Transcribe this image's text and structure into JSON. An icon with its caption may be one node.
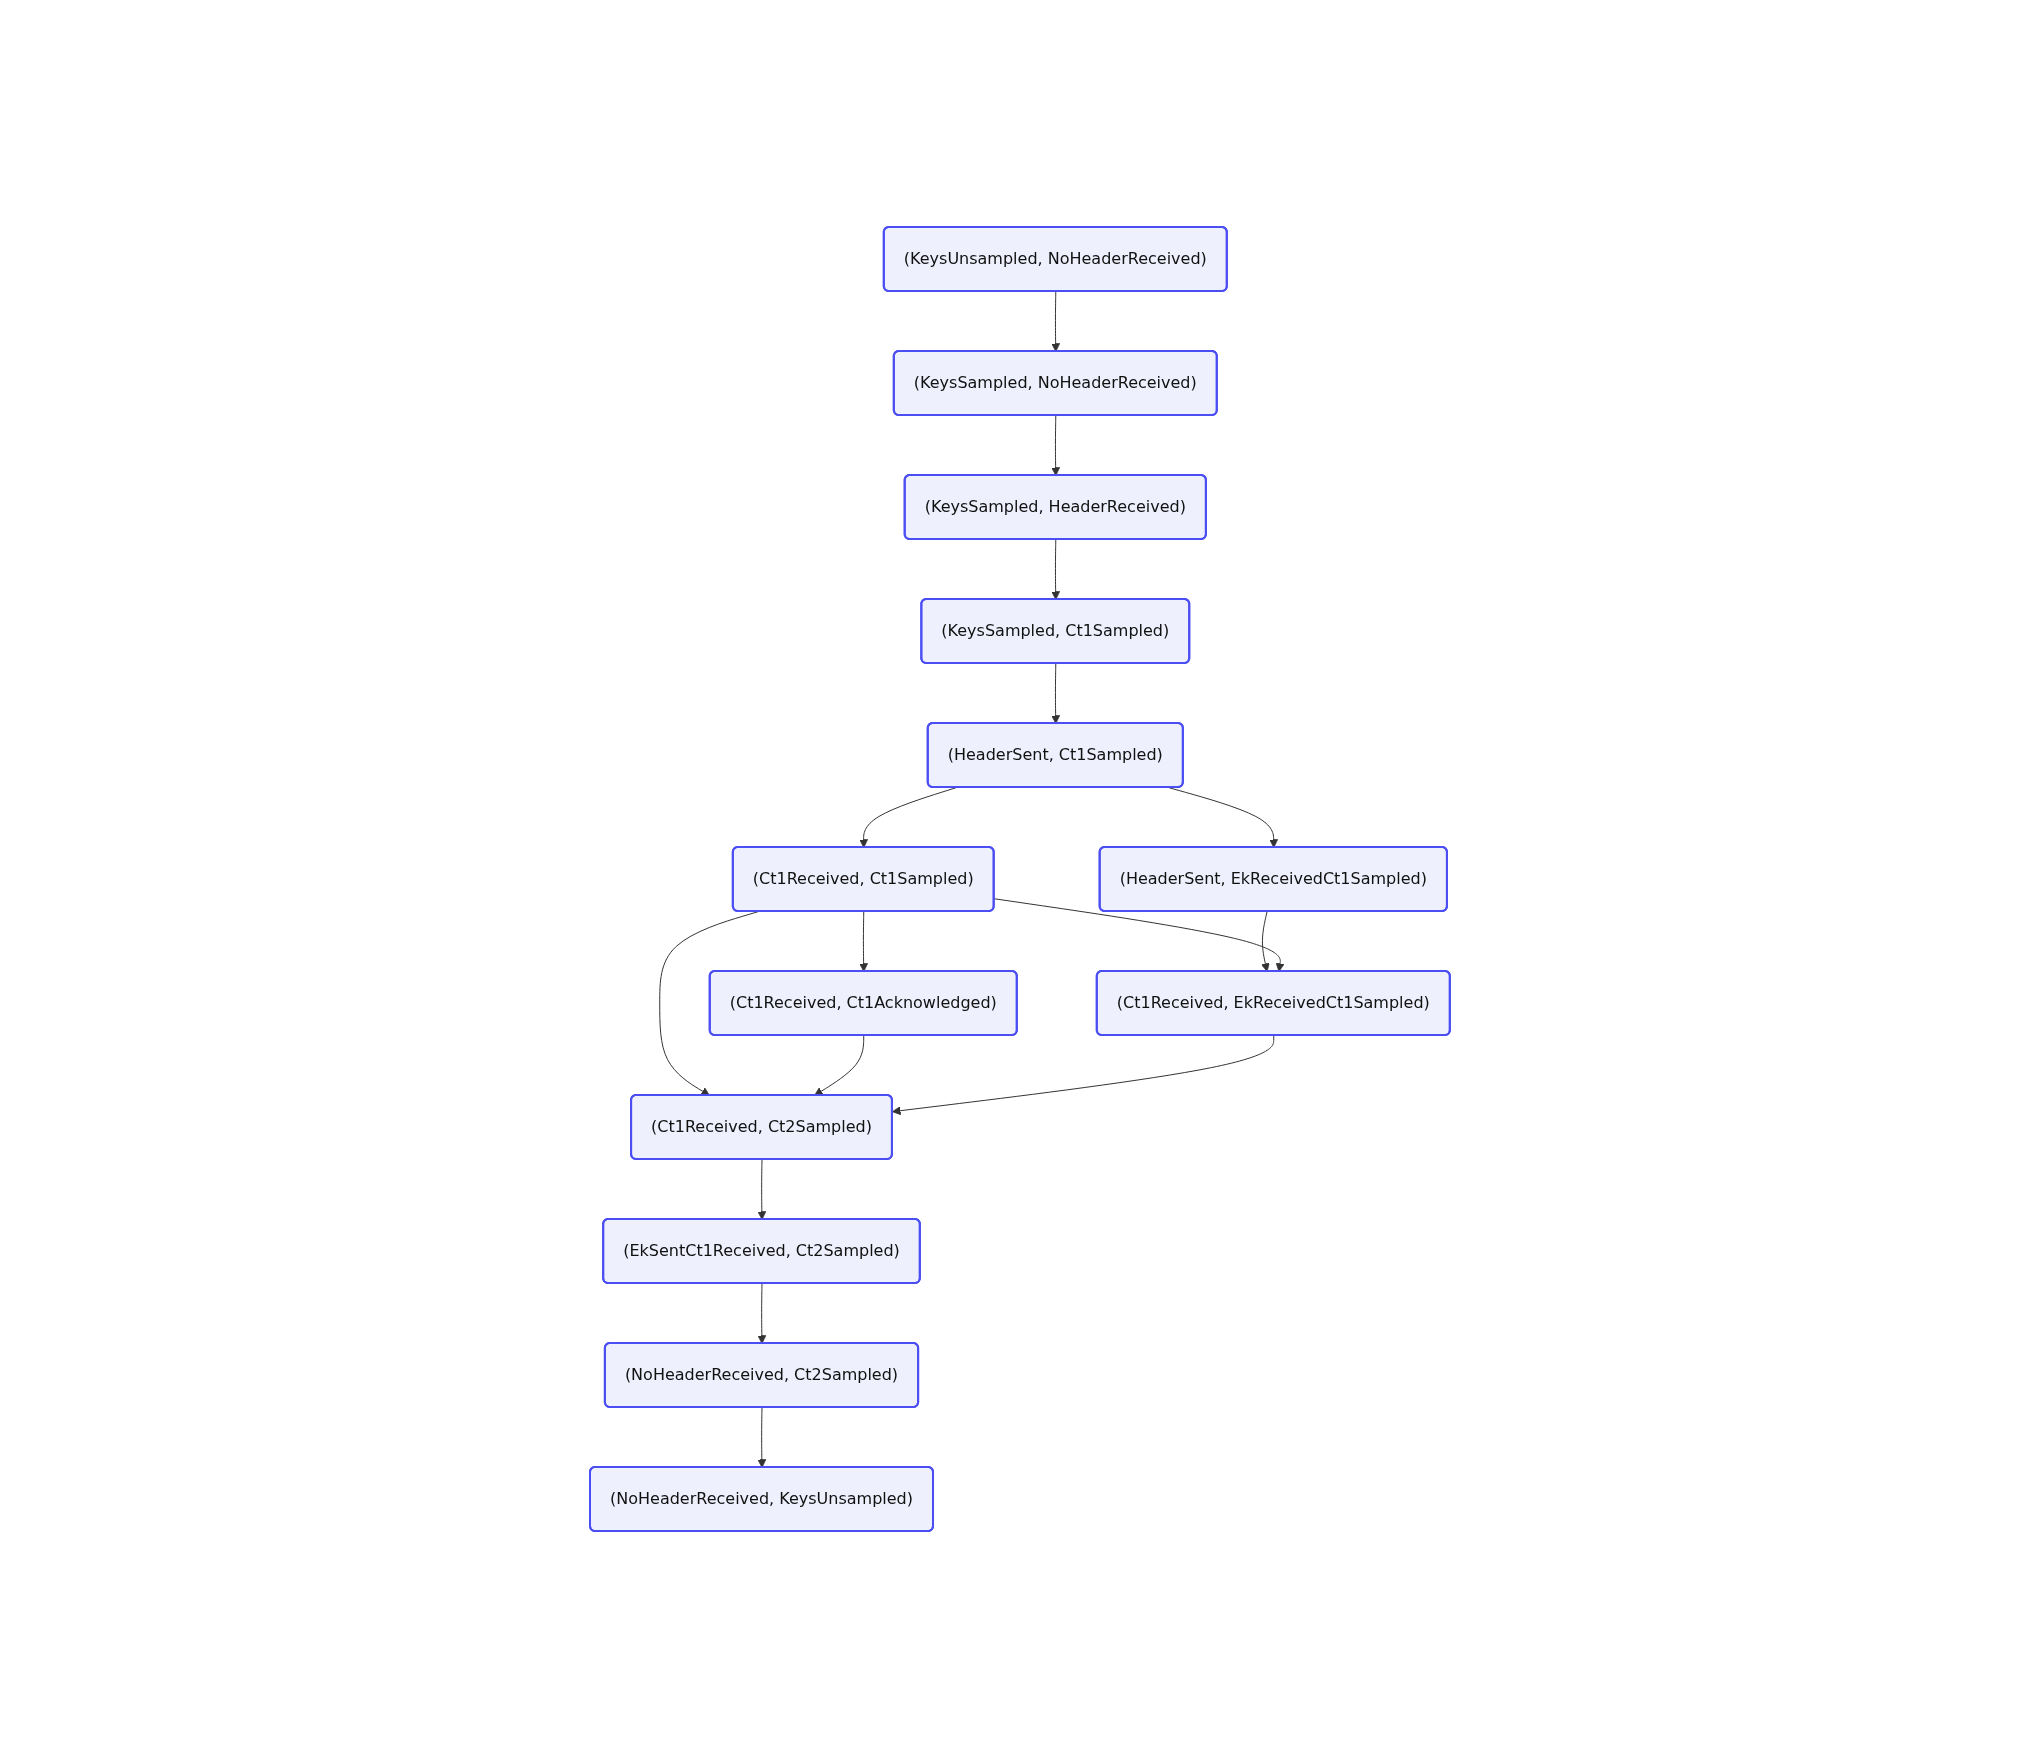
{
  "diagram": {
    "nodes": [
      {
        "text": [
          "(KeysUnsampled, NoHeaderReceived)"
        ]
      },
      {
        "text": [
          "(KeysSampled, NoHeaderReceived)"
        ]
      },
      {
        "text": [
          "(KeysSampled, HeaderReceived)"
        ]
      },
      {
        "text": [
          "(KeysSampled, Ct1Sampled)"
        ]
      },
      {
        "text": [
          "(HeaderSent, Ct1Sampled)"
        ]
      },
      {
        "text": [
          "(HeaderSent, EkReceivedCt1Sampled)"
        ]
      },
      {
        "text": [
          "(Ct1Received, Ct1Sampled)"
        ]
      },
      {
        "text": [
          "(Ct1Received, Ct1Acknowledged)"
        ]
      },
      {
        "text": [
          "(Ct1Received, EkReceivedCt1Sampled)"
        ]
      },
      {
        "text": [
          "(Ct1Received, Ct2Sampled)"
        ]
      },
      {
        "text": [
          "(EkSentCt1Received, Ct2Sampled)"
        ]
      },
      {
        "text": [
          "(NoHeaderReceived, Ct2Sampled)"
        ]
      },
      {
        "text": [
          "(NoHeaderReceived, KeysUnsampled)"
        ]
      }
    ],
    "edges": [
      {
        "from": 0,
        "to": 1,
        "arrow": "to"
      },
      {
        "from": 1,
        "to": 2,
        "arrow": "to"
      },
      {
        "from": 2,
        "to": 3,
        "arrow": "to"
      },
      {
        "from": 3,
        "to": 4,
        "arrow": "to"
      },
      {
        "from": 4,
        "to": 5,
        "arrow": "to"
      },
      {
        "from": 4,
        "to": 6,
        "arrow": "to"
      },
      {
        "from": 5,
        "to": 8,
        "arrow": "to"
      },
      {
        "from": 6,
        "to": 7,
        "arrow": "to"
      },
      {
        "from": 6,
        "to": 8,
        "arrow": "to"
      },
      {
        "from": 6,
        "to": 9,
        "arrow": "to"
      },
      {
        "from": 7,
        "to": 9,
        "arrow": "to"
      },
      {
        "from": 8,
        "to": 9,
        "arrow": "to"
      },
      {
        "from": 9,
        "to": 10,
        "arrow": "to"
      },
      {
        "from": 10,
        "to": 11,
        "arrow": "to"
      },
      {
        "from": 11,
        "to": 12,
        "arrow": "to"
      }
    ]
  }
}
